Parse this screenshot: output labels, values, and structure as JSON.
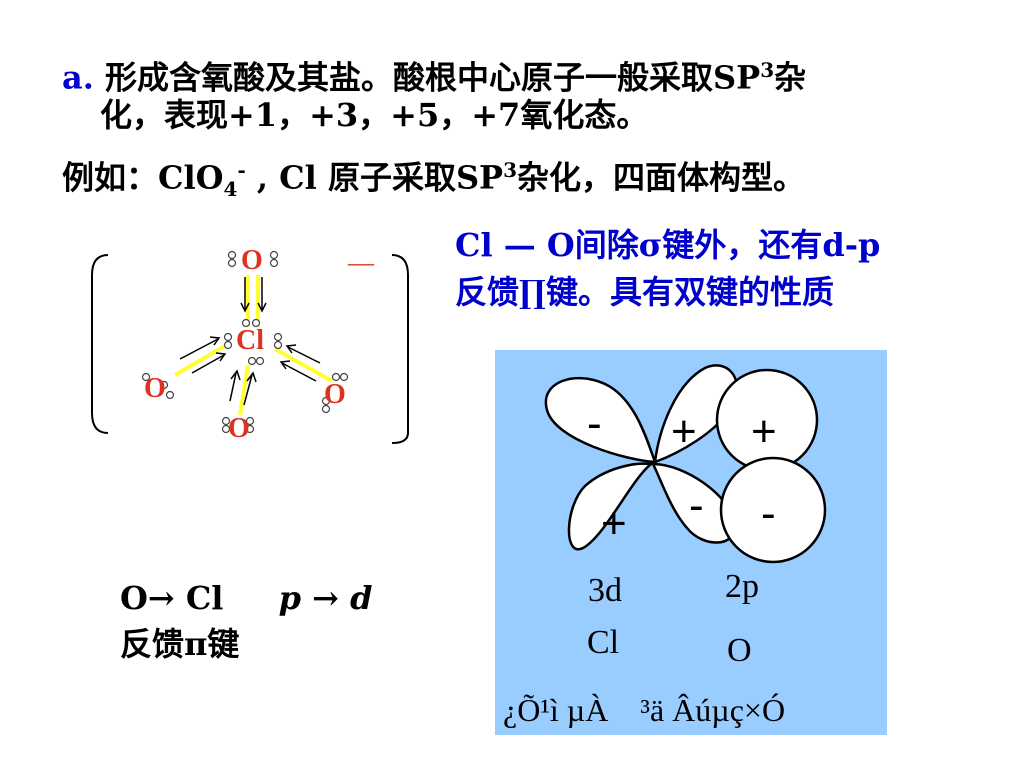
{
  "para_a": {
    "marker": "a.",
    "line1": "形成含氧酸及其盐。酸根中心原子一般采取SP",
    "line1_sup": "3",
    "line1_end": "杂",
    "line2": "化，表现+1，+3，+5，+7氧化态。"
  },
  "example": {
    "prefix": "例如：ClO",
    "sub": "4",
    "sup": "-",
    "mid": " , Cl 原子采取SP",
    "sup2": "3",
    "end": "杂化，四面体构型。"
  },
  "bond_note": {
    "line1": "Cl — O间除σ键外，还有d-p",
    "line2": "反馈∏键。具有双键的性质"
  },
  "structure": {
    "center": "Cl",
    "oxygen": "O",
    "charge": "—"
  },
  "feedback": {
    "line1_a": "O→ Cl",
    "line1_b": "p  → d",
    "line2": "反馈π键"
  },
  "orbital": {
    "signs": [
      "-",
      "+",
      "+",
      "+",
      "-",
      "-"
    ],
    "label_3d": "3d",
    "label_2p": "2p",
    "label_cl": "Cl",
    "label_o": "O",
    "caption": "¿Õ¹ì µÀ    ³ä Âúµç×Ó"
  },
  "colors": {
    "blue_text": "#0000cc",
    "oxygen_red": "#e0301e",
    "panel_bg": "#99ccff",
    "bond_yellow": "#ffff33"
  }
}
